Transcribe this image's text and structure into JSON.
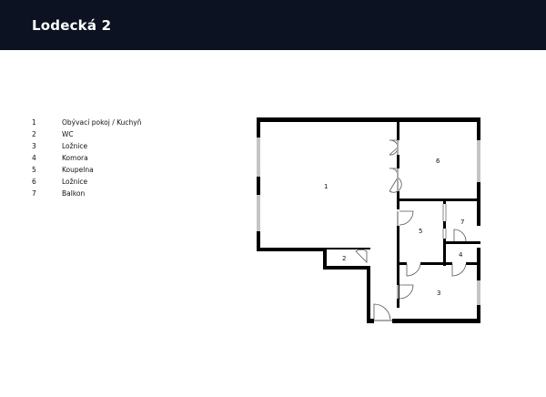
{
  "header": {
    "title": "Lodecká 2",
    "background": "#0c1221"
  },
  "legend": {
    "items": [
      {
        "num": "1",
        "label": "Obývací pokoj / Kuchyň"
      },
      {
        "num": "2",
        "label": "WC"
      },
      {
        "num": "3",
        "label": "Ložnice"
      },
      {
        "num": "4",
        "label": "Komora"
      },
      {
        "num": "5",
        "label": "Koupelna"
      },
      {
        "num": "6",
        "label": "Ložnice"
      },
      {
        "num": "7",
        "label": "Balkon"
      }
    ]
  },
  "floorplan": {
    "rooms": [
      {
        "id": "1",
        "label": "1"
      },
      {
        "id": "2",
        "label": "2"
      },
      {
        "id": "3",
        "label": "3"
      },
      {
        "id": "4",
        "label": "4"
      },
      {
        "id": "5",
        "label": "5"
      },
      {
        "id": "6",
        "label": "6"
      },
      {
        "id": "7",
        "label": "7"
      }
    ]
  }
}
